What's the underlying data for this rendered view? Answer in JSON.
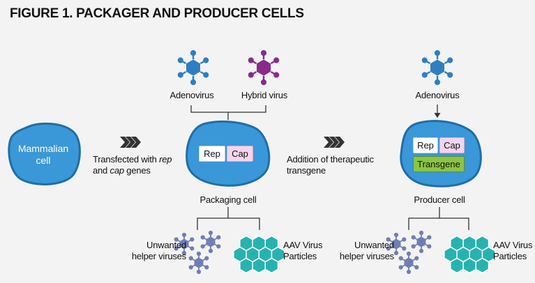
{
  "figure": {
    "title": "FIGURE 1. PACKAGER AND PRODUCER CELLS"
  },
  "colors": {
    "adenovirus": "#2e7fc1",
    "hybrid_virus": "#8a2a8c",
    "cell_fill": "#3a97d8",
    "cell_outline": "#1f6ea8",
    "helper_virus": "#6f7fb4",
    "aav_particle": "#26b3b0",
    "arrow": "#333333",
    "transgene": "#8bc63f",
    "cap_box": "#f3d6ee"
  },
  "mammalian_cell": {
    "label_line1": "Mammalian",
    "label_line2": "cell"
  },
  "step1": {
    "text1": "Transfected with ",
    "rep": "rep",
    "line2a": "and ",
    "cap": "cap",
    "line2b": " genes"
  },
  "packaging": {
    "adenovirus_label": "Adenovirus",
    "hybrid_label": "Hybrid virus",
    "rep_label": "Rep",
    "cap_label": "Cap",
    "cell_label": "Packaging cell",
    "unwanted_label": "Unwanted helper viruses",
    "aav_label_line1": "AAV Virus",
    "aav_label_line2": "Particles"
  },
  "step2": {
    "line1": "Addition of therapeutic",
    "line2": "transgene"
  },
  "producer": {
    "adenovirus_label": "Adenovirus",
    "rep_label": "Rep",
    "cap_label": "Cap",
    "transgene_label": "Transgene",
    "cell_label": "Producer cell",
    "unwanted_label": "Unwanted helper viruses",
    "aav_label_line1": "AAV Virus",
    "aav_label_line2": "Particles"
  }
}
